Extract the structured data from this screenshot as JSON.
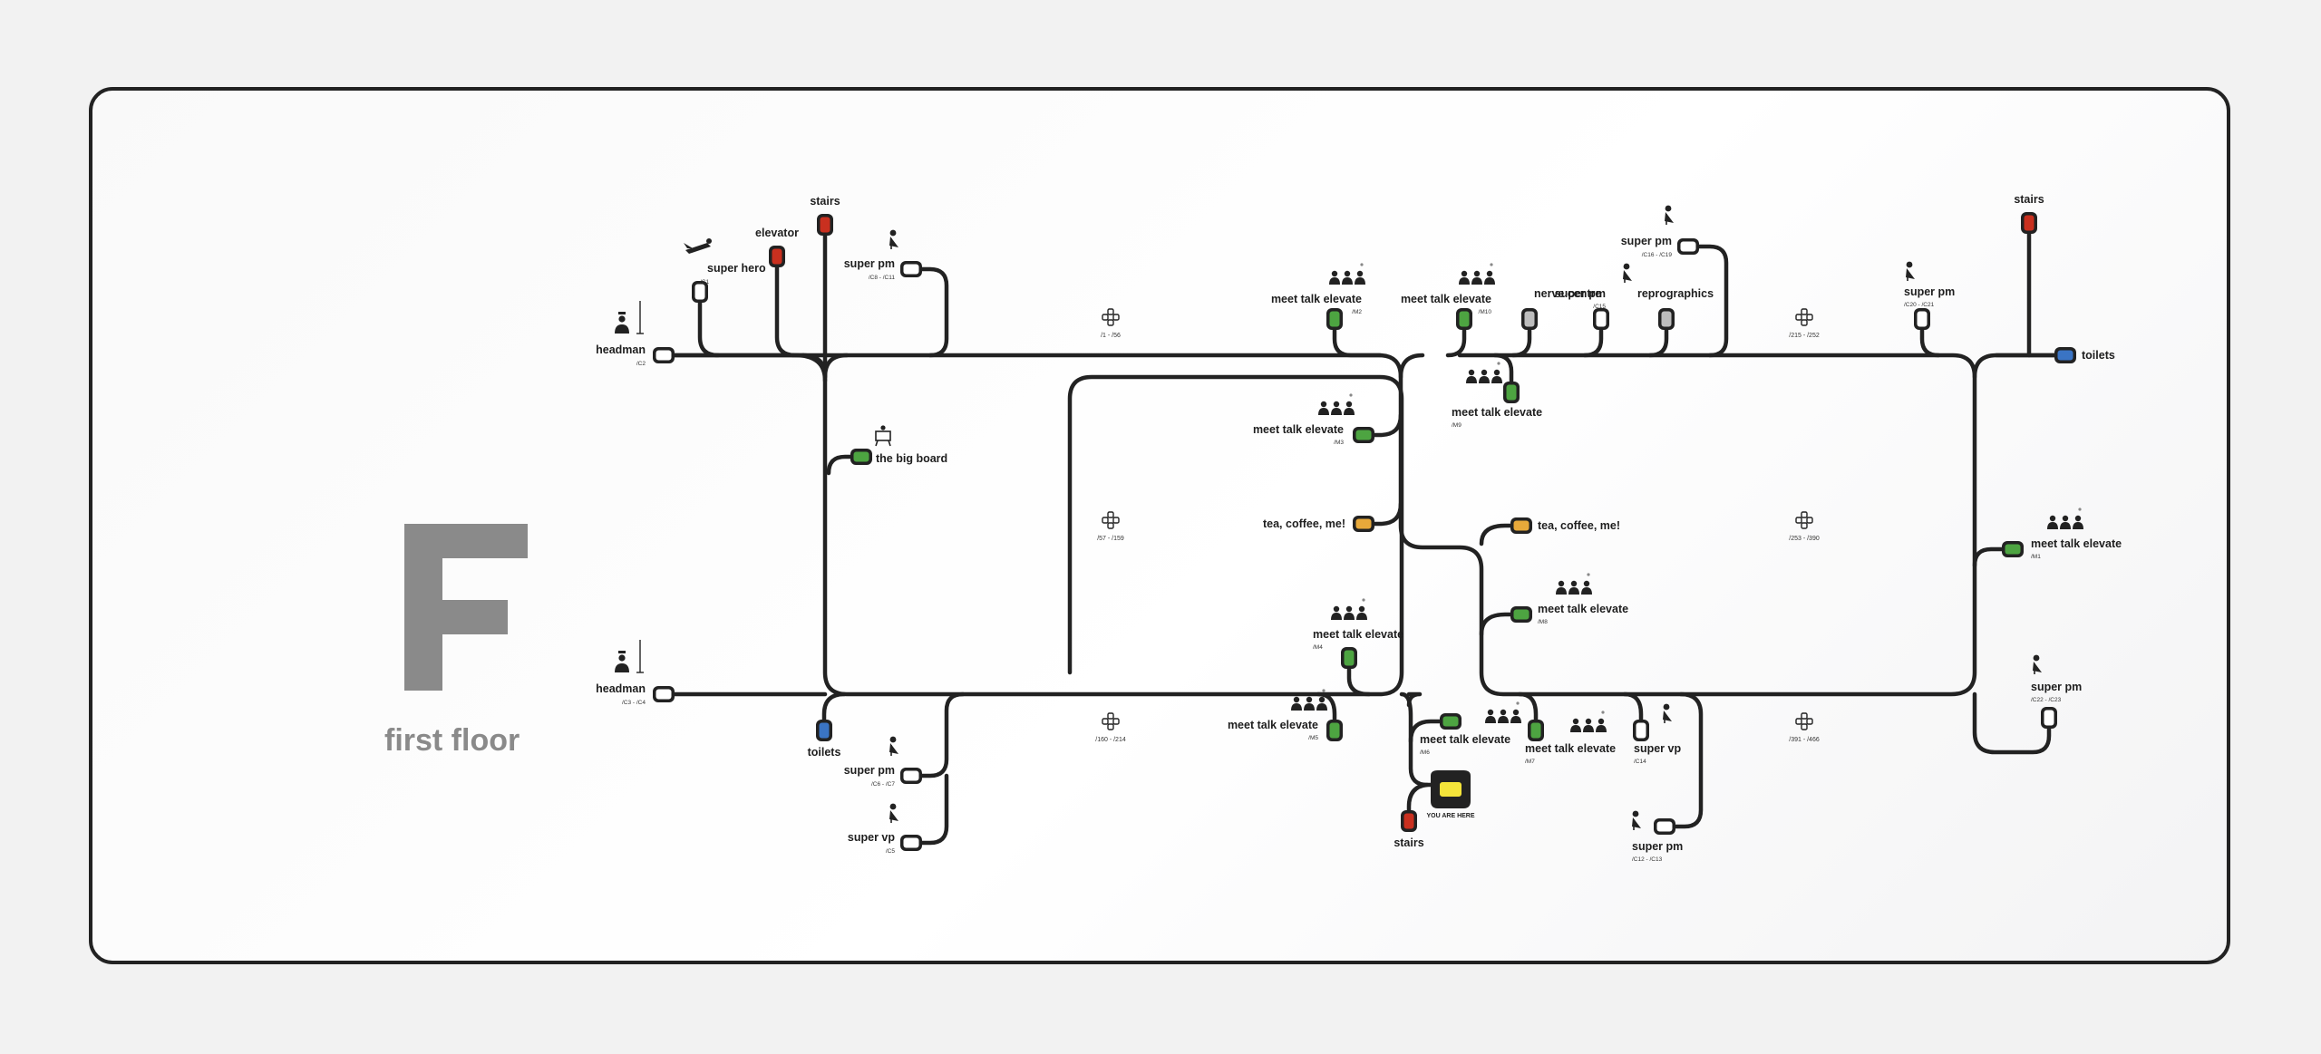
{
  "floor": {
    "letter": "F",
    "name": "first floor"
  },
  "colors": {
    "line": "#222222",
    "stairs": "#c9301f",
    "meeting": "#4da441",
    "toilets": "#3a74c4",
    "coffee": "#e8a93a",
    "grey": "#bdbdbd",
    "you_are_here": "#f4e43a",
    "white": "#ffffff",
    "floor_letter": "#8a8a8a"
  },
  "nodes": [
    {
      "key": "headman-c2",
      "type": "white",
      "label": "headman",
      "sub": "/C2",
      "icon": "headman-icon"
    },
    {
      "key": "super-hero-c1",
      "type": "white",
      "label": "super hero",
      "sub": "/C1",
      "icon": "super-hero-icon"
    },
    {
      "key": "elevator",
      "type": "stairs",
      "label": "elevator",
      "sub": "",
      "icon": ""
    },
    {
      "key": "stairs-top-left",
      "type": "stairs",
      "label": "stairs",
      "sub": "",
      "icon": ""
    },
    {
      "key": "super-pm-c8-c11",
      "type": "white",
      "label": "super pm",
      "sub": "/C8 - /C11",
      "icon": "cape-icon"
    },
    {
      "key": "big-board",
      "type": "meeting",
      "label": "the big board",
      "sub": "",
      "icon": "board-icon"
    },
    {
      "key": "mte-m2",
      "type": "meeting",
      "label": "meet talk elevate",
      "sub": "/M2",
      "icon": "people-icon"
    },
    {
      "key": "mte-m3",
      "type": "meeting",
      "label": "meet talk elevate",
      "sub": "/M3",
      "icon": "people-icon"
    },
    {
      "key": "tea-left",
      "type": "coffee",
      "label": "tea, coffee, me!",
      "sub": "",
      "icon": ""
    },
    {
      "key": "mte-m10",
      "type": "meeting",
      "label": "meet talk elevate",
      "sub": "/M10",
      "icon": "people-icon"
    },
    {
      "key": "nerve-centre",
      "type": "grey",
      "label": "nerve centre",
      "sub": "",
      "icon": ""
    },
    {
      "key": "super-pm-c15",
      "type": "white",
      "label": "super pm",
      "sub": "/C15",
      "icon": "cape-icon"
    },
    {
      "key": "reprographics",
      "type": "grey",
      "label": "reprographics",
      "sub": "",
      "icon": ""
    },
    {
      "key": "super-pm-c16-c19",
      "type": "white",
      "label": "super pm",
      "sub": "/C16 - /C19",
      "icon": "cape-icon"
    },
    {
      "key": "mte-m9",
      "type": "meeting",
      "label": "meet talk elevate",
      "sub": "/M9",
      "icon": "people-icon"
    },
    {
      "key": "tea-right",
      "type": "coffee",
      "label": "tea, coffee, me!",
      "sub": "",
      "icon": ""
    },
    {
      "key": "mte-m8",
      "type": "meeting",
      "label": "meet talk elevate",
      "sub": "/M8",
      "icon": "people-icon"
    },
    {
      "key": "super-pm-c20-c21",
      "type": "white",
      "label": "super pm",
      "sub": "/C20 - /C21",
      "icon": "cape-icon"
    },
    {
      "key": "stairs-top-right",
      "type": "stairs",
      "label": "stairs",
      "sub": "",
      "icon": ""
    },
    {
      "key": "toilets-right",
      "type": "toilets",
      "label": "toilets",
      "sub": "",
      "icon": ""
    },
    {
      "key": "mte-m1",
      "type": "meeting",
      "label": "meet talk elevate",
      "sub": "/M1",
      "icon": "people-icon"
    },
    {
      "key": "super-pm-c22-c23",
      "type": "white",
      "label": "super pm",
      "sub": "/C22 - /C23",
      "icon": "cape-icon"
    },
    {
      "key": "headman-c3-c4",
      "type": "white",
      "label": "headman",
      "sub": "/C3 - /C4",
      "icon": "headman-icon"
    },
    {
      "key": "toilets-left",
      "type": "toilets",
      "label": "toilets",
      "sub": "",
      "icon": ""
    },
    {
      "key": "super-pm-c6-c7",
      "type": "white",
      "label": "super pm",
      "sub": "/C6 - /C7",
      "icon": "cape-icon"
    },
    {
      "key": "super-vp-c5",
      "type": "white",
      "label": "super vp",
      "sub": "/C5",
      "icon": "cape-icon"
    },
    {
      "key": "mte-m4",
      "type": "meeting",
      "label": "meet talk elevate",
      "sub": "/M4",
      "icon": "people-icon"
    },
    {
      "key": "mte-m5",
      "type": "meeting",
      "label": "meet talk elevate",
      "sub": "/M5",
      "icon": "people-icon"
    },
    {
      "key": "mte-m6",
      "type": "meeting",
      "label": "meet talk elevate",
      "sub": "/M6",
      "icon": "people-icon"
    },
    {
      "key": "mte-m7",
      "type": "meeting",
      "label": "meet talk elevate",
      "sub": "/M7",
      "icon": "people-icon"
    },
    {
      "key": "super-vp-c14",
      "type": "white",
      "label": "super vp",
      "sub": "/C14",
      "icon": "cape-icon"
    },
    {
      "key": "super-pm-c12-c13",
      "type": "white",
      "label": "super pm",
      "sub": "/C12 - /C13",
      "icon": "cape-icon"
    },
    {
      "key": "stairs-bottom",
      "type": "stairs",
      "label": "stairs",
      "sub": "",
      "icon": ""
    },
    {
      "key": "you-are-here",
      "type": "you_are_here",
      "label": "YOU ARE HERE",
      "sub": "",
      "icon": ""
    }
  ],
  "desk_zones": [
    {
      "key": "zone-1-56",
      "label": "/1 - /56"
    },
    {
      "key": "zone-215-252",
      "label": "/215 - /252"
    },
    {
      "key": "zone-57-159",
      "label": "/57 - /159"
    },
    {
      "key": "zone-253-390",
      "label": "/253 - /390"
    },
    {
      "key": "zone-160-214",
      "label": "/160 - /214"
    },
    {
      "key": "zone-391-466",
      "label": "/391 - /466"
    }
  ]
}
